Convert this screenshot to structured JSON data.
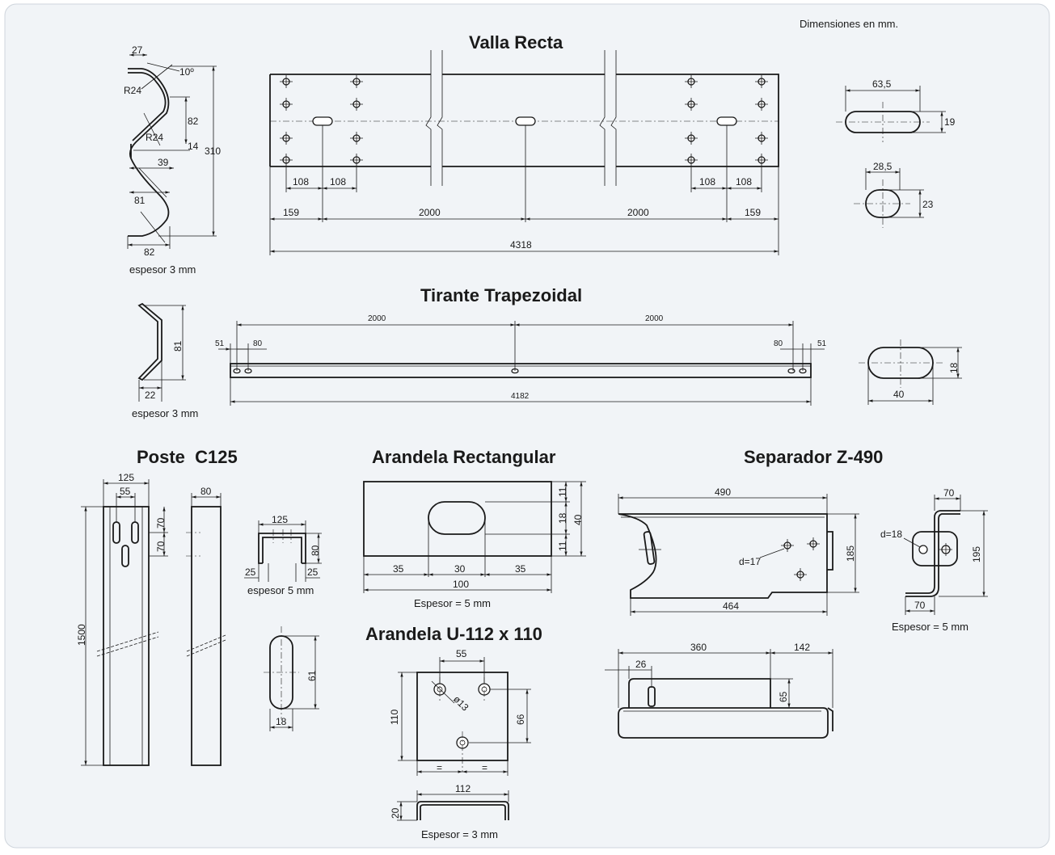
{
  "sheet": {
    "note": "Dimensiones en mm.",
    "colors": {
      "background": "#f1f4f7",
      "line": "#1a1a1a",
      "border": "#cfd5dc"
    }
  },
  "valla": {
    "title": "Valla Recta",
    "profile": {
      "d27": "27",
      "d10": "10º",
      "r1": "R24",
      "r2": "R24",
      "d82a": "82",
      "d14": "14",
      "d310": "310",
      "d39": "39",
      "d81": "81",
      "d82b": "82",
      "thickness": "espesor 3 mm"
    },
    "dims": {
      "d108a": "108",
      "d108b": "108",
      "d108c": "108",
      "d108d": "108",
      "d159a": "159",
      "d2000a": "2000",
      "d2000b": "2000",
      "d159b": "159",
      "total": "4318"
    },
    "slot1": {
      "w": "63,5",
      "h": "19"
    },
    "slot2": {
      "w": "28,5",
      "h": "23"
    }
  },
  "tirante": {
    "title": "Tirante Trapezoidal",
    "profile": {
      "h": "81",
      "w": "22",
      "thickness": "espesor 3 mm"
    },
    "dims": {
      "d2000a": "2000",
      "d2000b": "2000",
      "d51a": "51",
      "d80a": "80",
      "d80b": "80",
      "d51b": "51",
      "total": "4182"
    },
    "slot": {
      "h": "18",
      "w": "40"
    }
  },
  "poste": {
    "title": "Poste  C125",
    "front": {
      "d125": "125",
      "d55": "55",
      "d70a": "70",
      "d70b": "70",
      "d1500": "1500"
    },
    "side": {
      "d80": "80"
    },
    "section": {
      "d125": "125",
      "d80": "80",
      "d25a": "25",
      "d25b": "25",
      "thickness": "espesor 5 mm"
    },
    "slot": {
      "h": "61",
      "w": "18"
    }
  },
  "arandela_rect": {
    "title": "Arandela Rectangular",
    "dims": {
      "d11a": "11",
      "d18": "18",
      "d11b": "11",
      "d40": "40",
      "d35a": "35",
      "d30": "30",
      "d35b": "35",
      "d100": "100"
    },
    "thickness": "Espesor = 5 mm"
  },
  "arandela_u": {
    "title": "Arandela U-112 x 110",
    "dims": {
      "d55": "55",
      "d110": "110",
      "phi": "ø13",
      "d66": "66",
      "eqA": "=",
      "eqB": "=",
      "d112": "112",
      "d20": "20"
    },
    "thickness": "Espesor = 3 mm"
  },
  "separador": {
    "title": "Separador Z-490",
    "front": {
      "d490": "490",
      "d17": "d=17",
      "d185": "185",
      "d464": "464"
    },
    "side": {
      "d70a": "70",
      "d18": "d=18",
      "d195": "195",
      "d70b": "70",
      "thickness": "Espesor = 5 mm"
    },
    "plan": {
      "d360": "360",
      "d142": "142",
      "d26": "26",
      "d65": "65"
    }
  }
}
